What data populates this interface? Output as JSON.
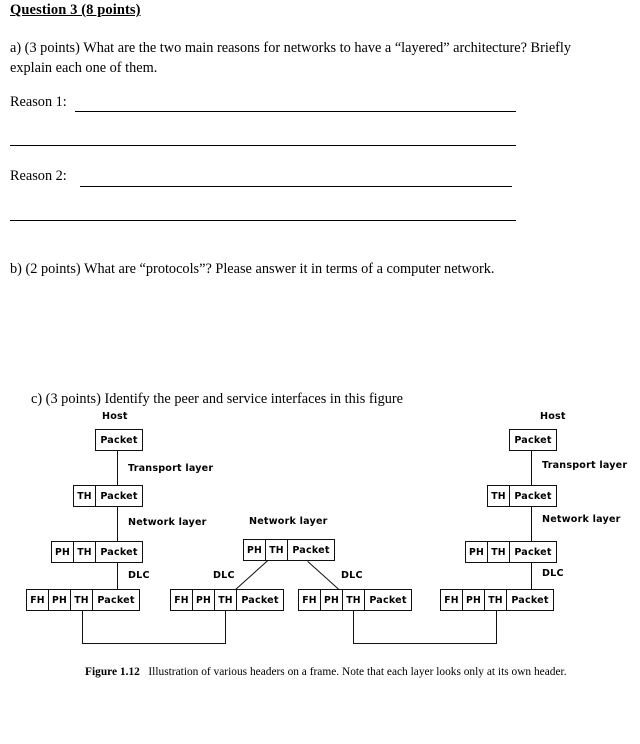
{
  "document": {
    "title": "Question 3 (8 points)",
    "part_a": "a) (3 points) What are the two main reasons for networks to have a “layered” architecture? Briefly explain each one of them.",
    "reason_1_label": "Reason 1:",
    "reason_2_label": "Reason 2:",
    "part_b": "b) (2 points) What are “protocols”? Please answer it in terms of a computer network.",
    "part_c": "c)   (3 points) Identify the peer and service interfaces in this figure"
  },
  "figure": {
    "caption_bold": "Figure 1.12",
    "caption_text": "Illustration of various headers on a frame. Note that each layer looks only at its own header.",
    "host_label": "Host",
    "layers": {
      "transport": "Transport layer",
      "network": "Network layer",
      "dlc": "DLC"
    },
    "headers": {
      "packet": "Packet",
      "transport_header": "TH",
      "network_header": "PH",
      "frame_header": "FH"
    },
    "left_host": {
      "title": "Host",
      "stack": [
        {
          "cells": [
            "Packet"
          ],
          "layer_label": "Transport layer"
        },
        {
          "cells": [
            "TH",
            "Packet"
          ],
          "layer_label": "Network layer"
        },
        {
          "cells": [
            "PH",
            "TH",
            "Packet"
          ],
          "layer_label": "DLC"
        },
        {
          "cells": [
            "FH",
            "PH",
            "TH",
            "Packet"
          ],
          "layer_label": ""
        }
      ]
    },
    "right_host": {
      "title": "Host",
      "stack": [
        {
          "cells": [
            "Packet"
          ],
          "layer_label": "Transport layer"
        },
        {
          "cells": [
            "TH",
            "Packet"
          ],
          "layer_label": "Network layer"
        },
        {
          "cells": [
            "PH",
            "TH",
            "Packet"
          ],
          "layer_label": "DLC"
        },
        {
          "cells": [
            "FH",
            "PH",
            "TH",
            "Packet"
          ],
          "layer_label": ""
        }
      ]
    },
    "router": {
      "layer_label": "Network layer",
      "network_box": [
        "PH",
        "TH",
        "Packet"
      ],
      "left_dlc_label": "DLC",
      "right_dlc_label": "DLC",
      "left_frame_box": [
        "FH",
        "PH",
        "TH",
        "Packet"
      ],
      "right_frame_box": [
        "FH",
        "PH",
        "TH",
        "Packet"
      ]
    }
  },
  "colors": {
    "ink": "#000000",
    "paper": "#ffffff"
  }
}
